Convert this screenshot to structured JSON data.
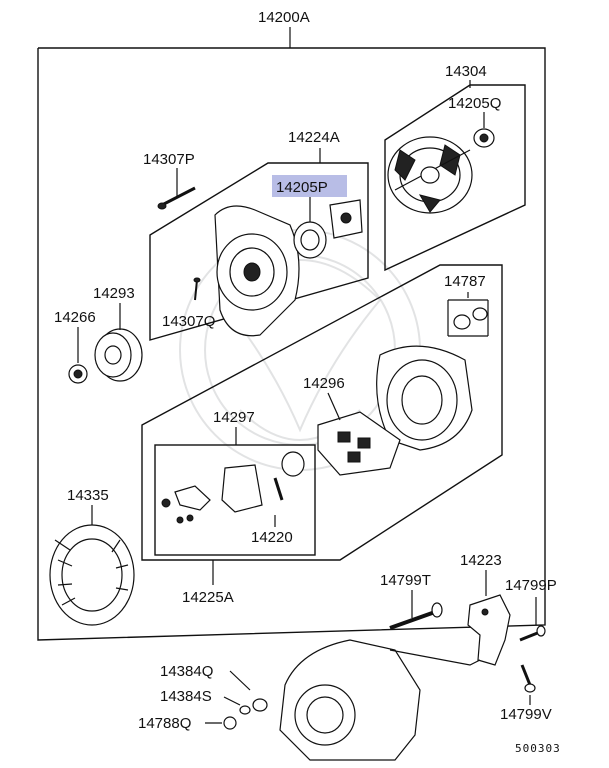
{
  "diagram": {
    "labels": {
      "p14200A": "14200A",
      "p14304": "14304",
      "p14205Q": "14205Q",
      "p14224A": "14224A",
      "p14307P": "14307P",
      "p14205P": "14205P",
      "p14307Q": "14307Q",
      "p14293": "14293",
      "p14266": "14266",
      "p14787": "14787",
      "p14296": "14296",
      "p14297": "14297",
      "p14220": "14220",
      "p14335": "14335",
      "p14225A": "14225A",
      "p14223": "14223",
      "p14799T": "14799T",
      "p14799P": "14799P",
      "p14799V": "14799V",
      "p14384Q": "14384Q",
      "p14384S": "14384S",
      "p14788Q": "14788Q"
    },
    "diagram_code": "500303",
    "highlight_color": "#b8bde6"
  }
}
